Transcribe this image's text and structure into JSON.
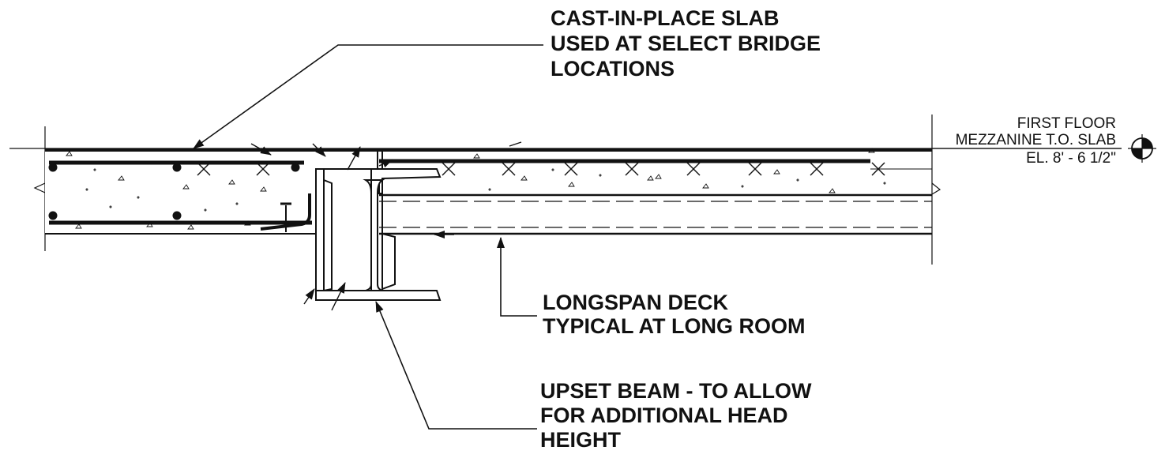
{
  "callouts": {
    "slab": {
      "line1": "CAST-IN-PLACE SLAB",
      "line2": "USED AT SELECT BRIDGE",
      "line3": "LOCATIONS"
    },
    "deck": {
      "line1": "LONGSPAN DECK",
      "line2": "TYPICAL AT LONG ROOM"
    },
    "beam": {
      "line1": "UPSET BEAM - TO ALLOW",
      "line2": "FOR ADDITIONAL HEAD",
      "line3": "HEIGHT"
    }
  },
  "elevation": {
    "line1": "FIRST FLOOR",
    "line2": "MEZZANINE T.O. SLAB",
    "line3": "EL. 8' - 6 1/2\""
  },
  "colors": {
    "ink": "#111111",
    "paper": "#ffffff"
  }
}
